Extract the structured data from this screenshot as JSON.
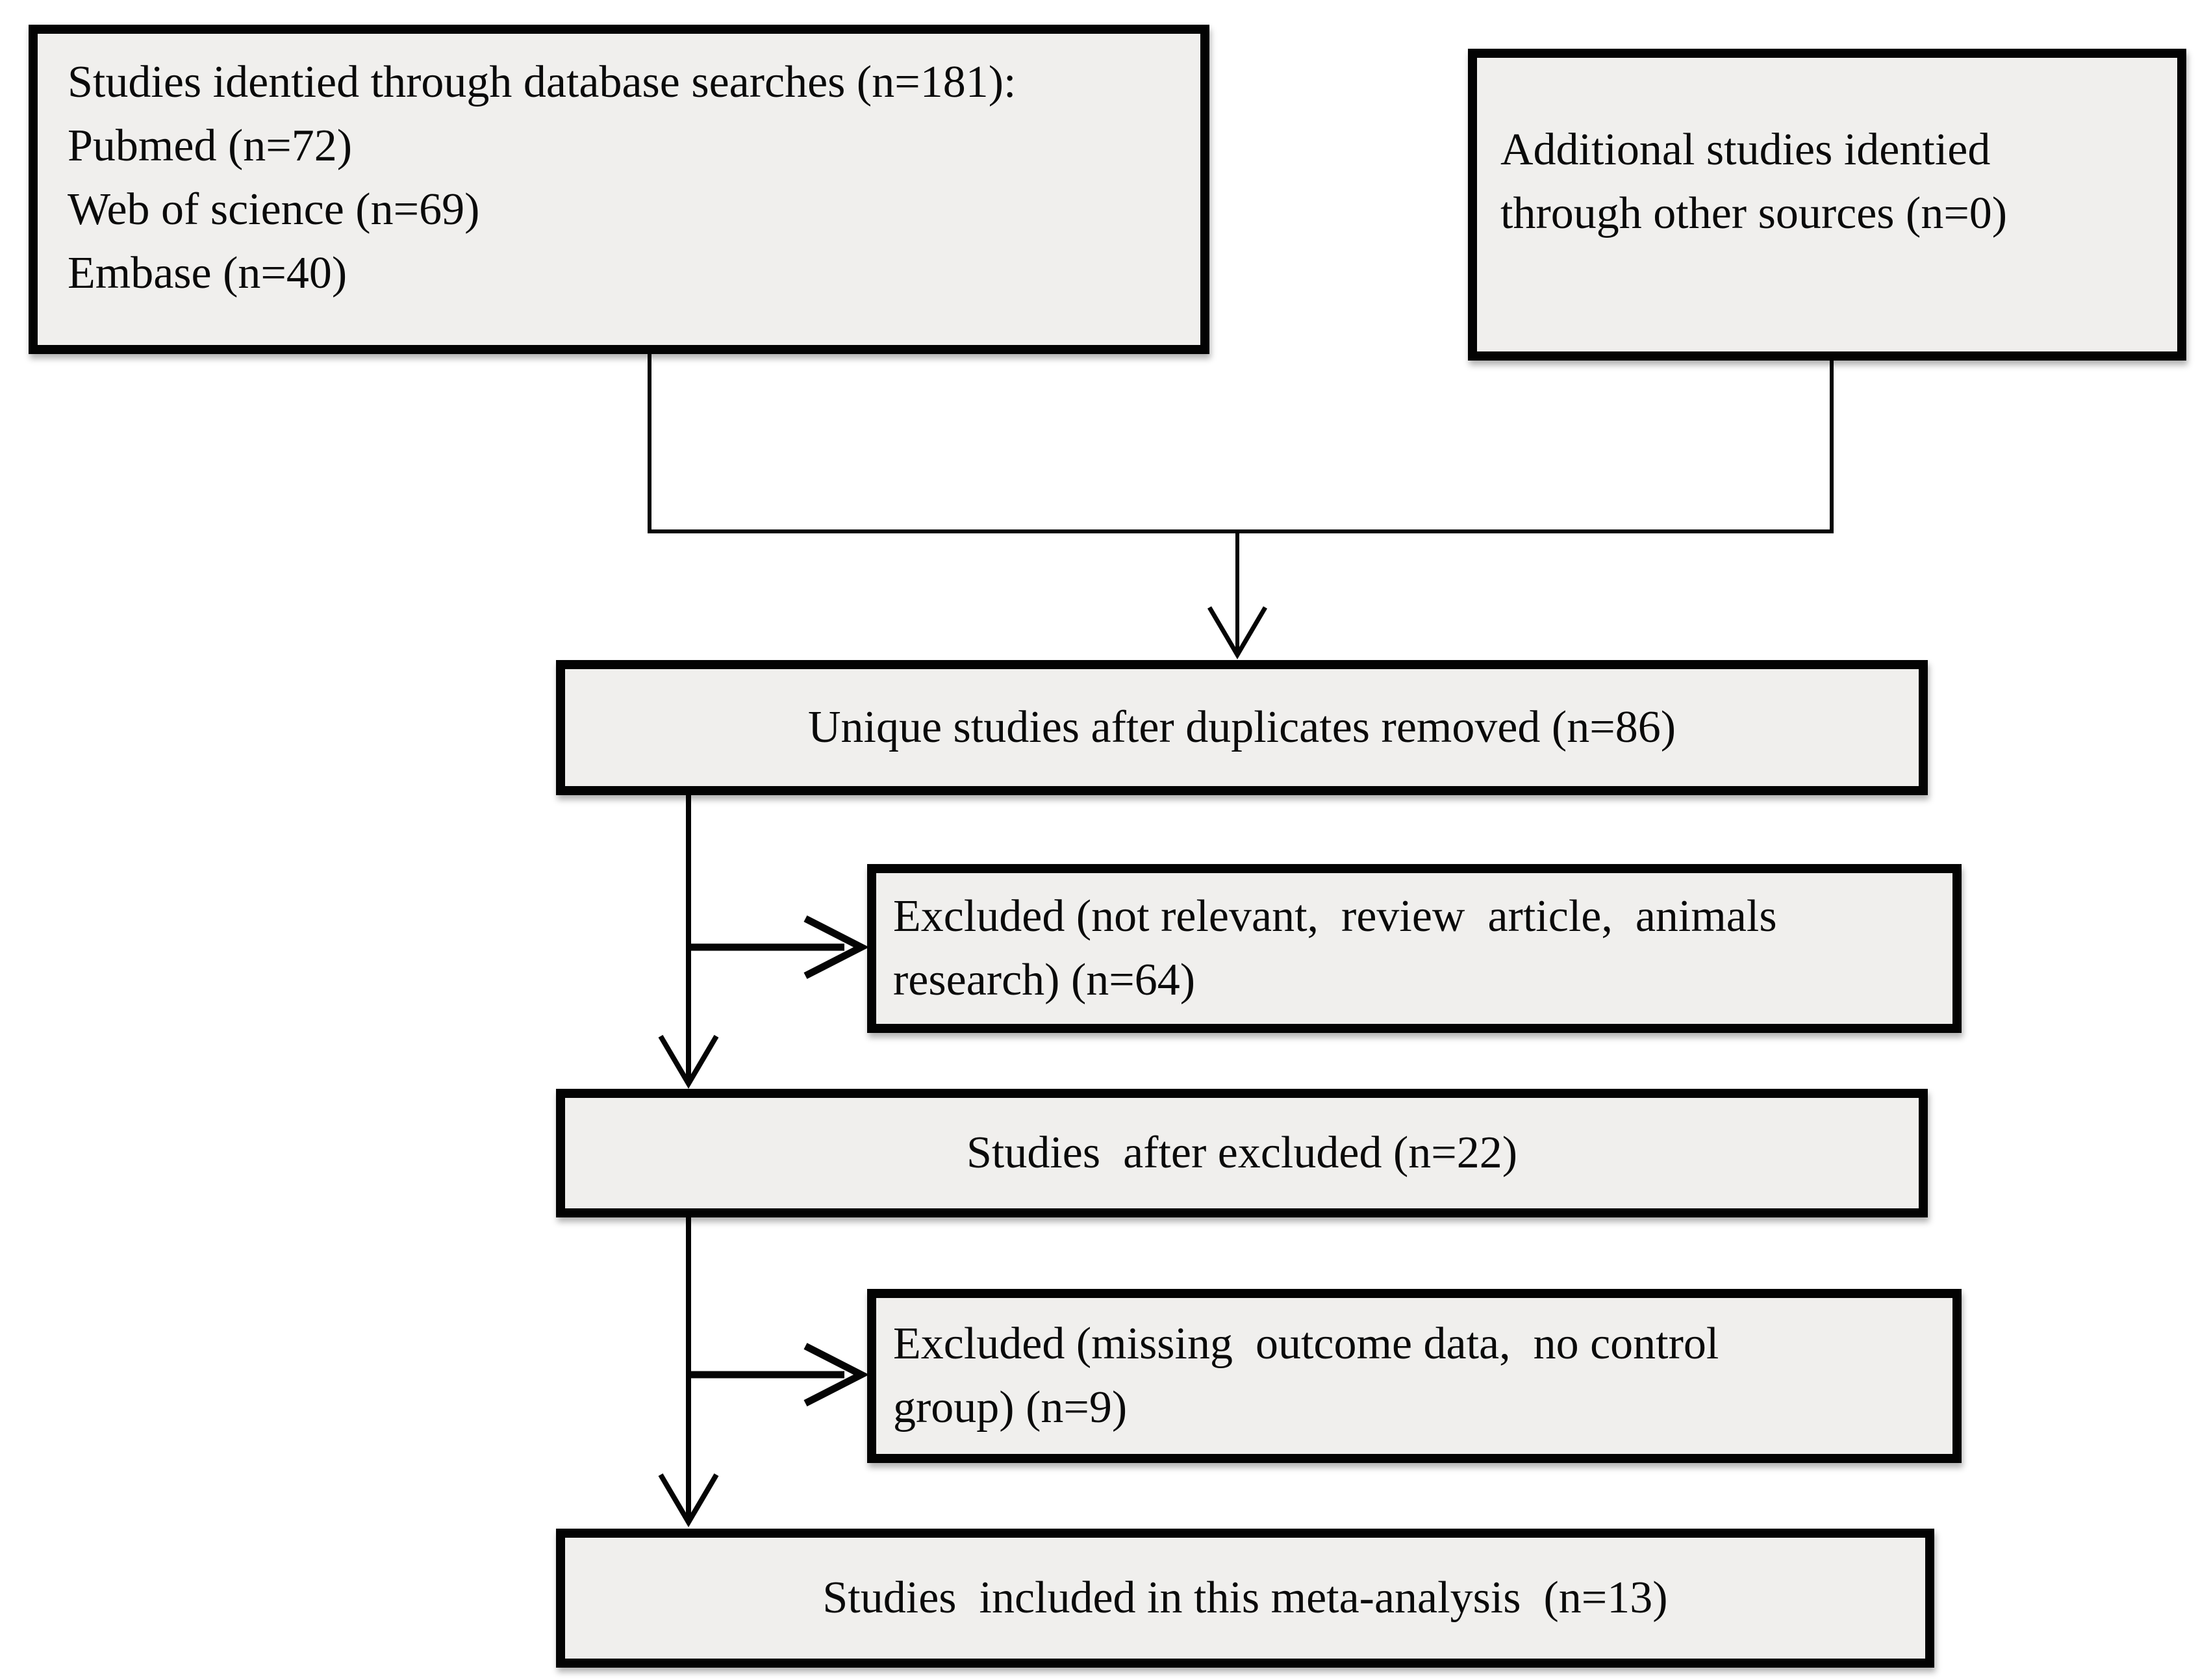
{
  "diagram": {
    "kind": "study-selection-flowchart",
    "colors": {
      "background": "#ffffff",
      "box_fill": "#f0efed",
      "box_border": "#030303",
      "text": "#0a0a0a",
      "connector": "#050505"
    },
    "boxes": {
      "database_search": {
        "text": "Studies identied through database searches (n=181):\nPubmed (n=72)\nWeb of science (n=69)\nEmbase (n=40)"
      },
      "other_sources": {
        "text": "Additional studies identied\nthrough other sources (n=0)"
      },
      "unique_studies": {
        "text": "Unique studies after duplicates removed (n=86)"
      },
      "excluded_screening": {
        "text": "Excluded (not relevant,  review  article,  animals\nresearch) (n=64)"
      },
      "after_excluded": {
        "text": "Studies  after excluded (n=22)"
      },
      "excluded_eligibility": {
        "text": "Excluded (missing  outcome data,  no control\ngroup) (n=9)"
      },
      "included": {
        "text": "Studies  included in this meta-analysis  (n=13)"
      }
    },
    "counts": {
      "database_total": 181,
      "pubmed": 72,
      "web_of_science": 69,
      "embase": 40,
      "other_sources": 0,
      "unique_after_duplicates": 86,
      "excluded_screening": 64,
      "after_excluded": 22,
      "excluded_eligibility": 9,
      "included_meta_analysis": 13
    }
  }
}
